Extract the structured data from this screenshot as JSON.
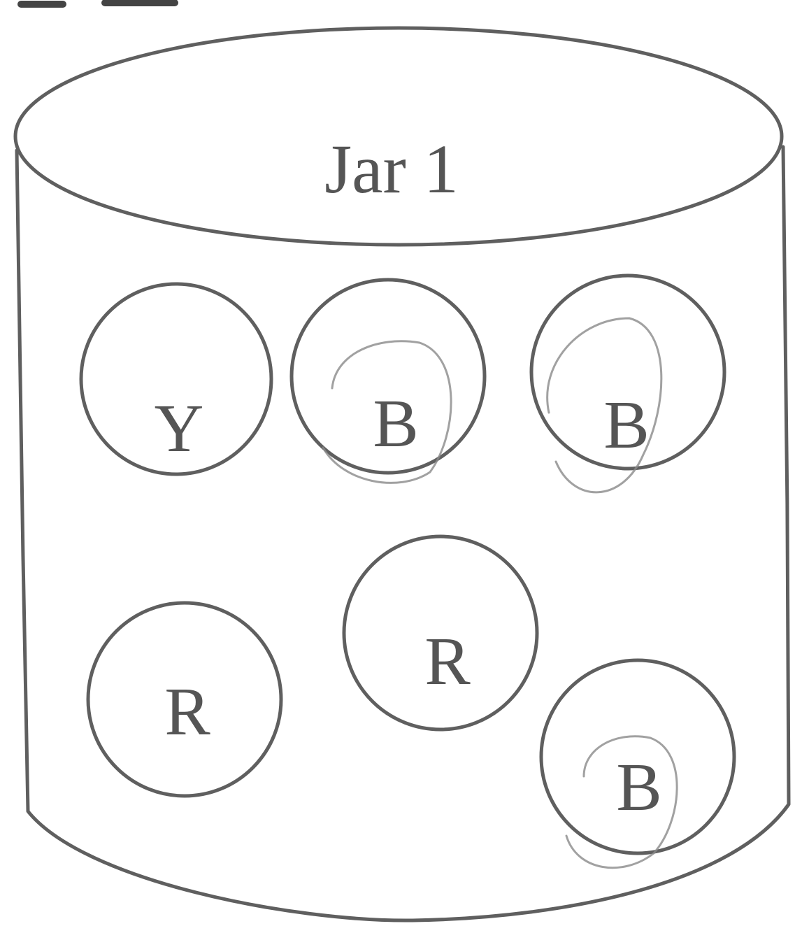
{
  "jar": {
    "label": "Jar 1"
  },
  "balls": [
    {
      "letter": "Y",
      "color": "yellow",
      "retraced": false
    },
    {
      "letter": "B",
      "color": "blue",
      "retraced": true
    },
    {
      "letter": "B",
      "color": "blue",
      "retraced": true
    },
    {
      "letter": "R",
      "color": "red",
      "retraced": false
    },
    {
      "letter": "R",
      "color": "red",
      "retraced": false
    },
    {
      "letter": "B",
      "color": "blue",
      "retraced": true
    }
  ]
}
